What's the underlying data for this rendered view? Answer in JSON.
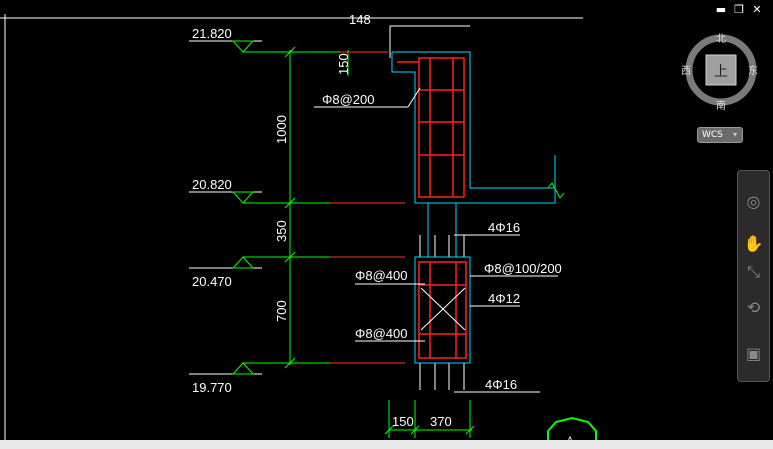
{
  "window_controls": {
    "minimize": "▬",
    "restore": "❐",
    "close": "✕"
  },
  "viewcube": {
    "north": "北",
    "south": "南",
    "east": "东",
    "west": "西",
    "face": "上"
  },
  "wcs_button": {
    "label": "WCS",
    "caret": "▾"
  },
  "navbar": {
    "buttons": [
      "full-navigation-wheel",
      "pan",
      "zoom",
      "orbit",
      "showmotion"
    ]
  },
  "drawing": {
    "elevations": [
      "21.820",
      "20.820",
      "20.470",
      "19.770"
    ],
    "dimensions": {
      "top_width": "148",
      "top_height": "150",
      "seg_1000": "1000",
      "seg_350": "350",
      "seg_700": "700",
      "bottom_150": "150",
      "bottom_370": "370"
    },
    "rebar_labels": {
      "upper_stirrup": "Φ8@200",
      "top_bars": "4Φ16",
      "stirrup_a": "Φ8@400",
      "stirrup_main": "Φ8@100/200",
      "middle_bars": "4Φ12",
      "stirrup_b": "Φ8@400",
      "bottom_bars": "4Φ16"
    }
  },
  "colors": {
    "background": "#000000",
    "concrete_outline": "#00d8ff",
    "rebar": "#ff2020",
    "dimension": "#00ff00",
    "leader": "#ffffff",
    "floor_line": "#ff3030"
  }
}
